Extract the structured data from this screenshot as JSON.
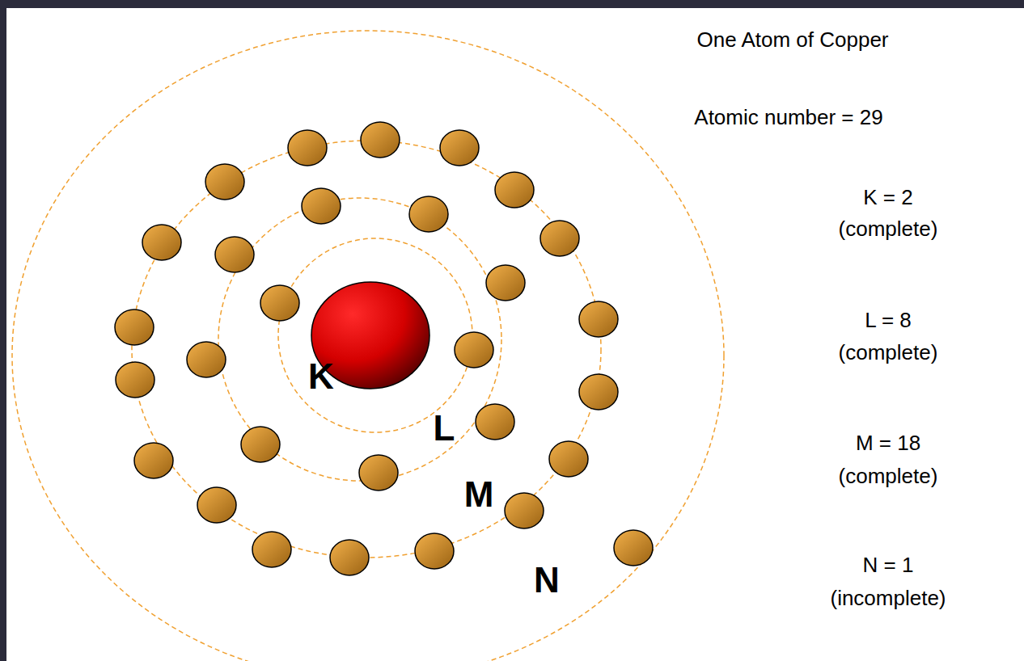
{
  "diagram": {
    "title": "One Atom of Copper",
    "labels": [
      "Atomic number = 29",
      "K = 2",
      "(complete)",
      "L = 8",
      "(complete)",
      "M = 18",
      "(complete)",
      "N = 1",
      "(incomplete)",
      "K",
      "L",
      "M",
      "N"
    ]
  }
}
